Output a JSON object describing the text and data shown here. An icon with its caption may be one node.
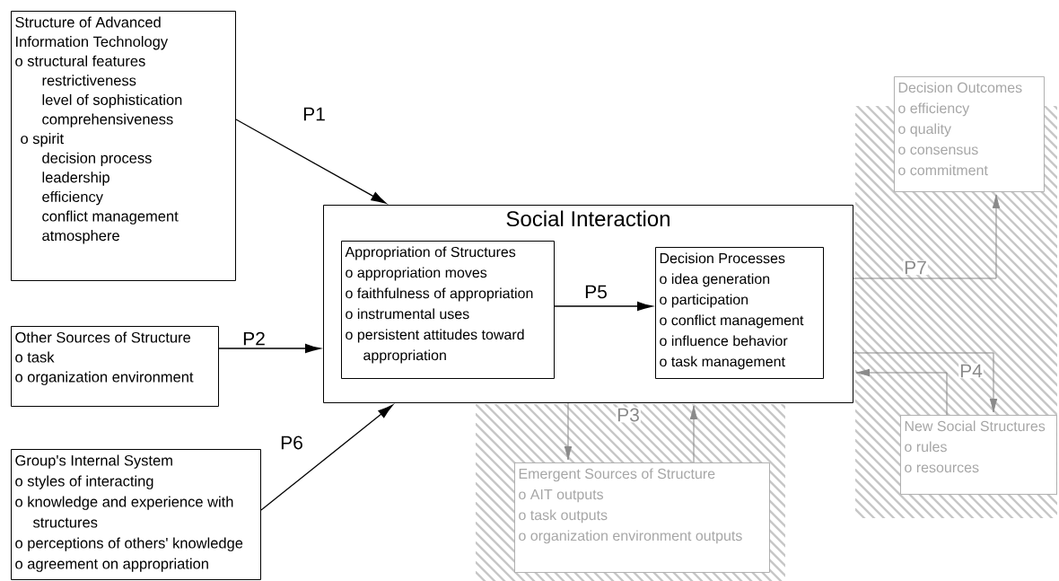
{
  "diagram": {
    "nodes": [
      {
        "text": [
          "Structure of Advanced Information Technology",
          "o structural features",
          "restrictiveness",
          "level of sophistication",
          "comprehensiveness",
          "o spirit",
          "decision process",
          "leadership",
          "efficiency",
          "conflict management",
          "atmosphere"
        ]
      },
      {
        "text": [
          "Other Sources of Structure",
          "o task",
          "o organization environment"
        ]
      },
      {
        "text": [
          "Group's Internal System",
          "o styles of interacting",
          "o knowledge and experience with structures",
          "o perceptions of others' knowledge",
          "o agreement on appropriation"
        ]
      },
      {
        "text": [
          "Social Interaction"
        ]
      },
      {
        "text": [
          "Appropriation of Structures",
          "o appropriation moves",
          "o faithfulness of appropriation",
          "o instrumental uses",
          "o persistent attitudes toward appropriation"
        ],
        "in": 3
      },
      {
        "text": [
          "Decision Processes",
          "o idea generation",
          "o participation",
          "o conflict management",
          "o influence behavior",
          "o task management"
        ],
        "in": 3
      },
      {
        "text": [
          "Emergent Sources of Structure",
          "o AIT outputs",
          "o task outputs",
          "o organization environment outputs"
        ]
      },
      {
        "text": [
          "Decision Outcomes",
          "o efficiency",
          "o quality",
          "o consensus",
          "o commitment"
        ]
      },
      {
        "text": [
          "New Social Structures",
          "o rules",
          "o resources"
        ]
      }
    ],
    "edges": [
      {
        "from": 0,
        "to": 3,
        "arrow": "to",
        "label": "P1",
        "color": "#000000"
      },
      {
        "from": 1,
        "to": 3,
        "arrow": "to",
        "label": "P2",
        "color": "#000000"
      },
      {
        "from": 2,
        "to": 3,
        "arrow": "to",
        "label": "P6",
        "color": "#000000"
      },
      {
        "from": 4,
        "to": 5,
        "arrow": "to",
        "label": "P5",
        "color": "#000000"
      },
      {
        "from": 3,
        "to": 6,
        "arrow": "to",
        "label": "P3",
        "color": "#8a8a8a"
      },
      {
        "from": 6,
        "to": 3,
        "arrow": "to",
        "color": "#8a8a8a"
      },
      {
        "from": 3,
        "to": 7,
        "arrow": "to",
        "label": "P7",
        "color": "#8a8a8a"
      },
      {
        "from": 3,
        "to": 8,
        "arrow": "to",
        "label": "P4",
        "color": "#8a8a8a"
      },
      {
        "from": 8,
        "to": 3,
        "arrow": "to",
        "color": "#8a8a8a"
      }
    ]
  }
}
